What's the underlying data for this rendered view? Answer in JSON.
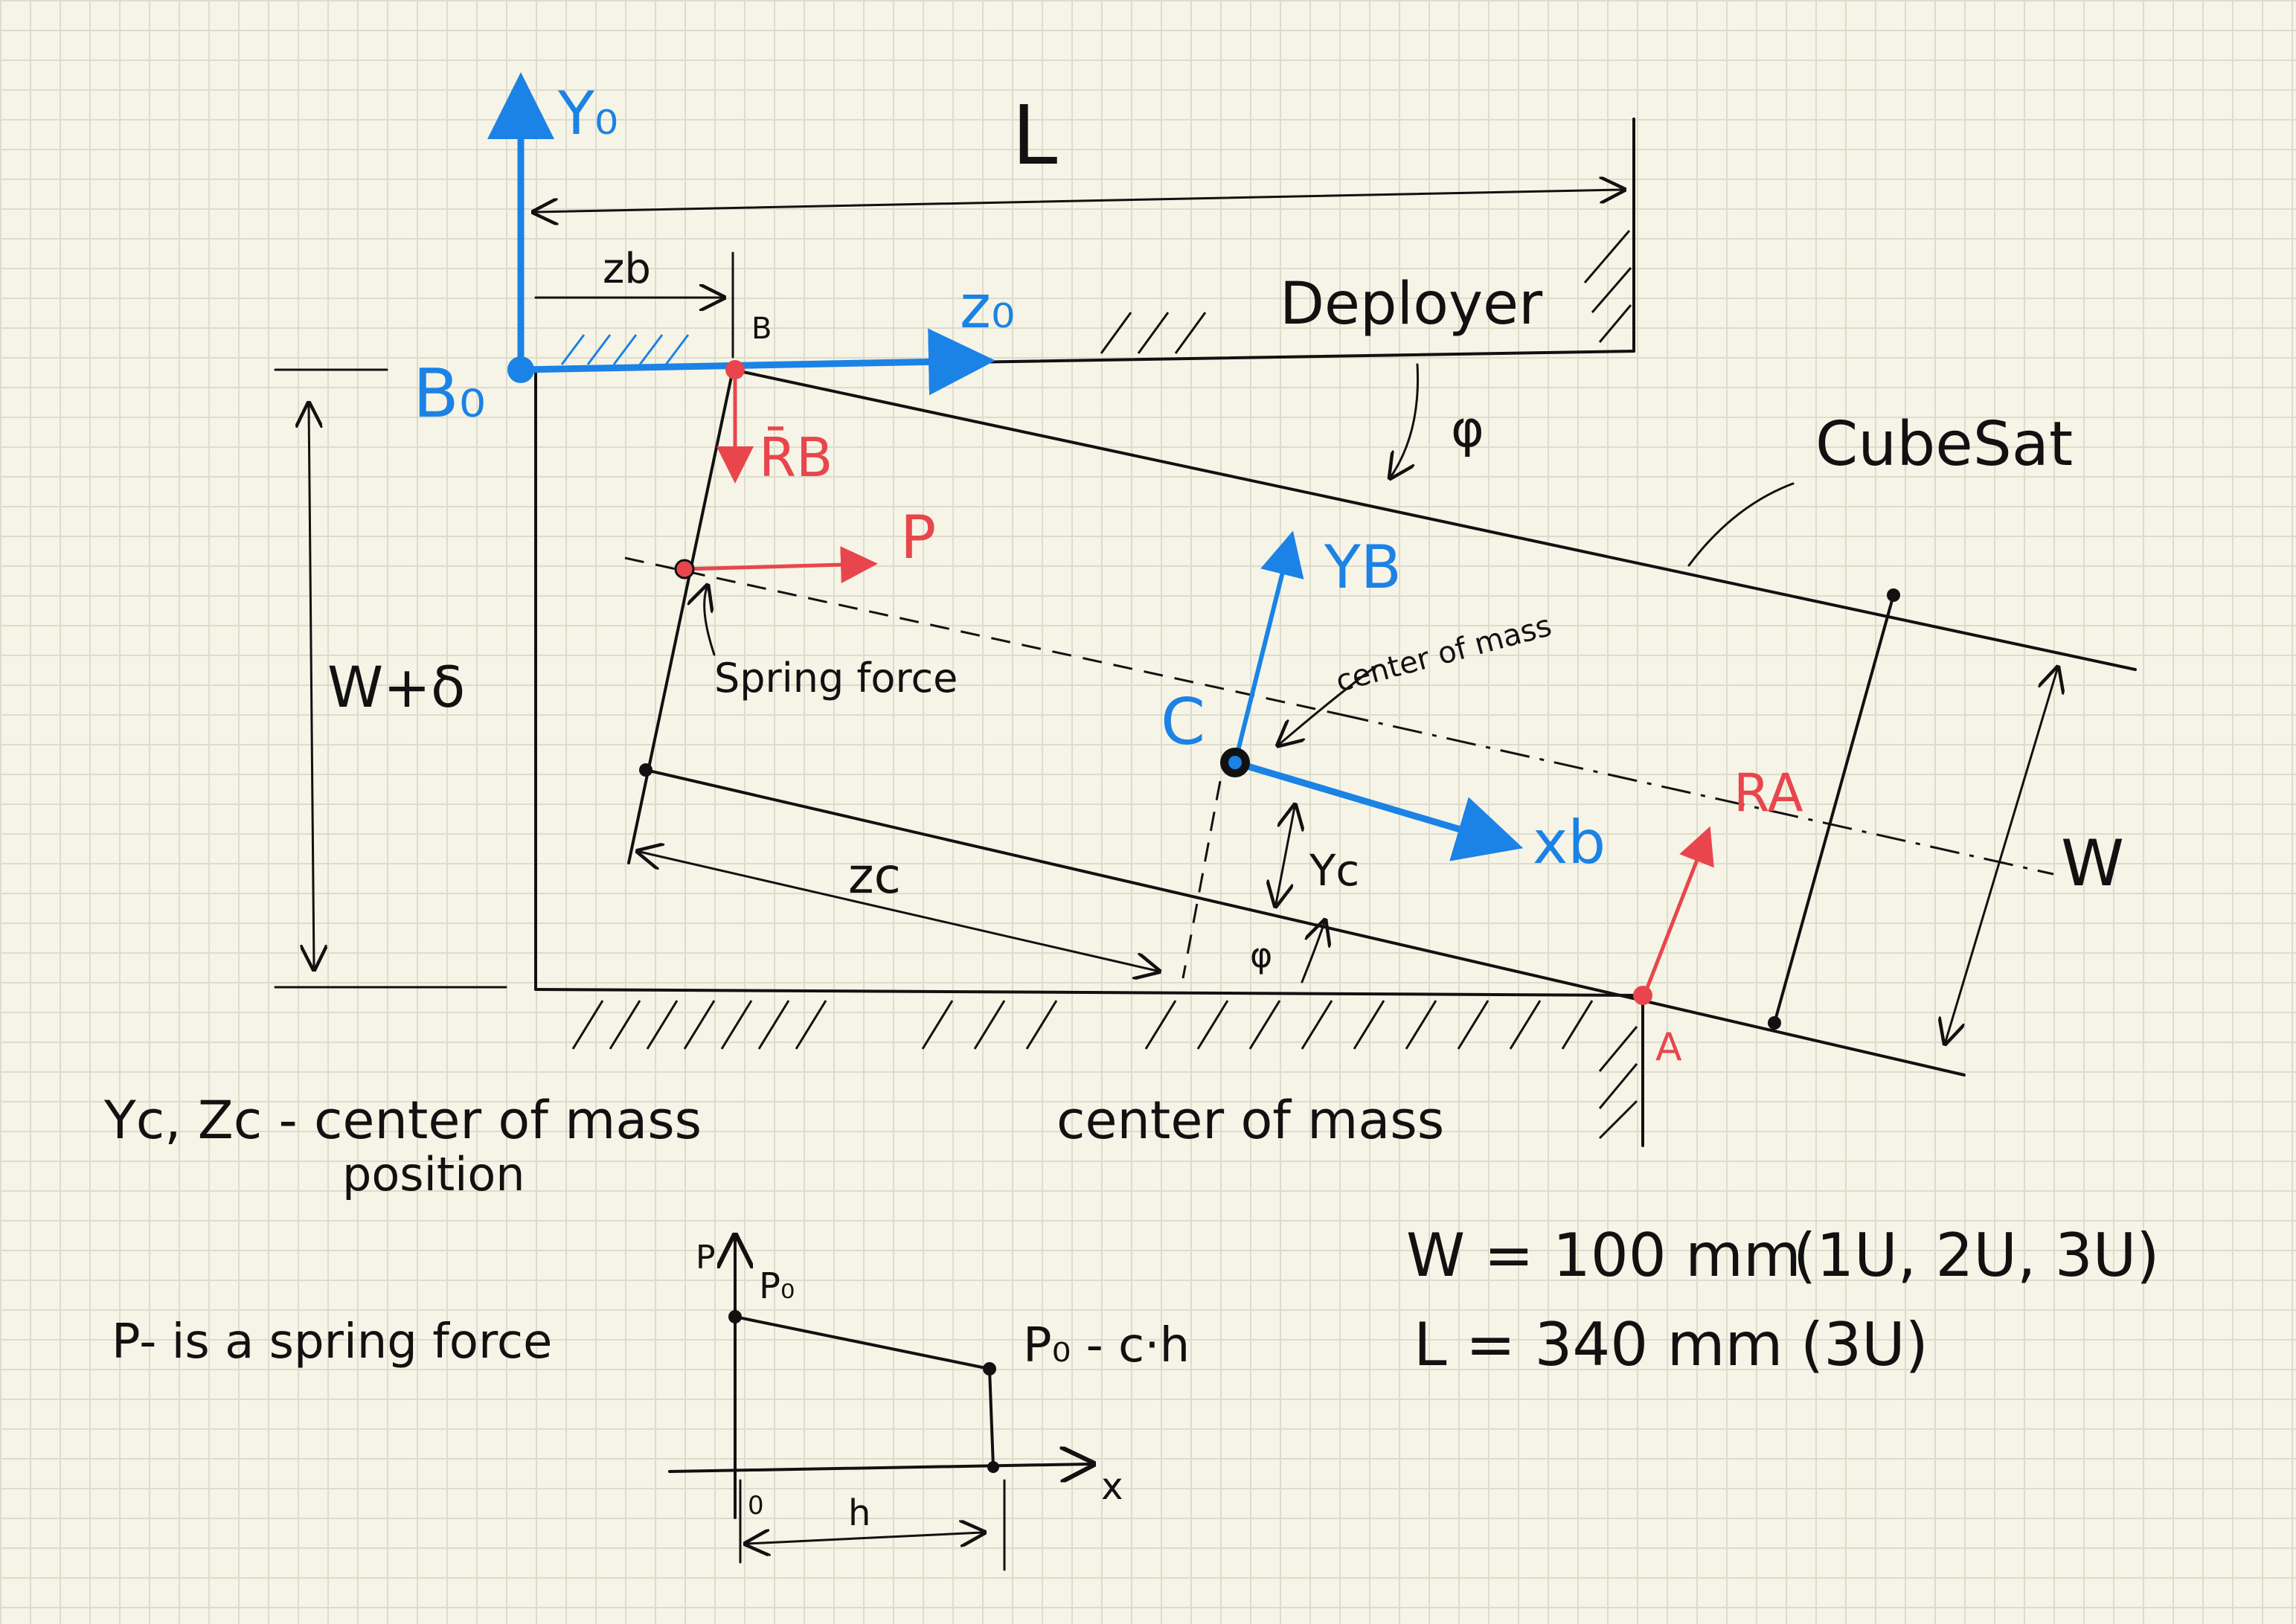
{
  "labels": {
    "y0": "Y₀",
    "z0": "z₀",
    "b0": "B₀",
    "L": "L",
    "zb": "zb",
    "b": "B",
    "rb": "R̄B",
    "p": "P",
    "deployer": "Deployer",
    "phi_top": "φ",
    "cubesat": "CubeSat",
    "yb": "YB",
    "c": "C",
    "com_arrow": "center of mass",
    "spring_force": "Spring force",
    "xb": "xb",
    "ra": "RA",
    "w_right": "W",
    "w_delta": "W+δ",
    "zc": "zc",
    "yc": "Yc",
    "phi_bottom": "φ",
    "a": "A",
    "legend_line1": "Yc, Zc - center of mass",
    "legend_line2": "position",
    "com_bottom": "center of mass",
    "p_spring": "P- is a spring force",
    "graph_p": "P",
    "graph_p0": "P₀",
    "graph_p0ch": "P₀ - c·h",
    "graph_x": "x",
    "graph_0": "0",
    "graph_h": "h",
    "w_eq": "W = 100 mm",
    "w_units": "(1U, 2U, 3U)",
    "l_eq": "L = 340 mm",
    "l_units": "(3U)"
  },
  "colors": {
    "ink": "#111111",
    "blue": "#1b82e6",
    "red": "#e8464c",
    "paper": "#f6f4e6"
  }
}
